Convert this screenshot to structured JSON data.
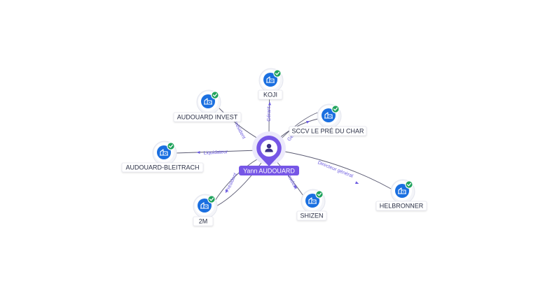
{
  "center": {
    "name": "Yann AUDOUARD",
    "icon": "person-icon"
  },
  "companies": [
    {
      "id": "koji",
      "name": "KOJI",
      "role": "Gérant",
      "icon": "building-icon",
      "status_icon": "check-icon",
      "status_color": "#1fa35c"
    },
    {
      "id": "audouard-invest",
      "name": "AUDOUARD INVEST",
      "role": "Président",
      "icon": "building-icon",
      "status_icon": "check-icon",
      "status_color": "#1fa35c"
    },
    {
      "id": "sccv-le-pre-du-char",
      "name": "SCCV LE PRÉ DU CHAR",
      "role": "Gérant",
      "icon": "building-icon",
      "status_icon": "check-icon",
      "status_color": "#1fa35c"
    },
    {
      "id": "audouard-bleitrach",
      "name": "AUDOUARD-BLEITRACH",
      "role": "Liquidateur",
      "icon": "building-icon",
      "status_icon": "check-icon",
      "status_color": "#1fa35c"
    },
    {
      "id": "helbronner",
      "name": "HELBRONNER",
      "role": "Directeur général",
      "icon": "building-icon",
      "status_icon": "check-icon",
      "status_color": "#1fa35c"
    },
    {
      "id": "2m",
      "name": "2M",
      "role": "Président",
      "icon": "building-icon",
      "status_icon": "check-icon",
      "status_color": "#1fa35c"
    },
    {
      "id": "shizen",
      "name": "SHIZEN",
      "role": "Président",
      "icon": "building-icon",
      "status_icon": "check-icon",
      "status_color": "#1fa35c"
    }
  ],
  "colors": {
    "accent": "#7656e6",
    "company": "#1a6fe0",
    "active": "#1fa35c",
    "edge_label": "#6d5ce0"
  }
}
